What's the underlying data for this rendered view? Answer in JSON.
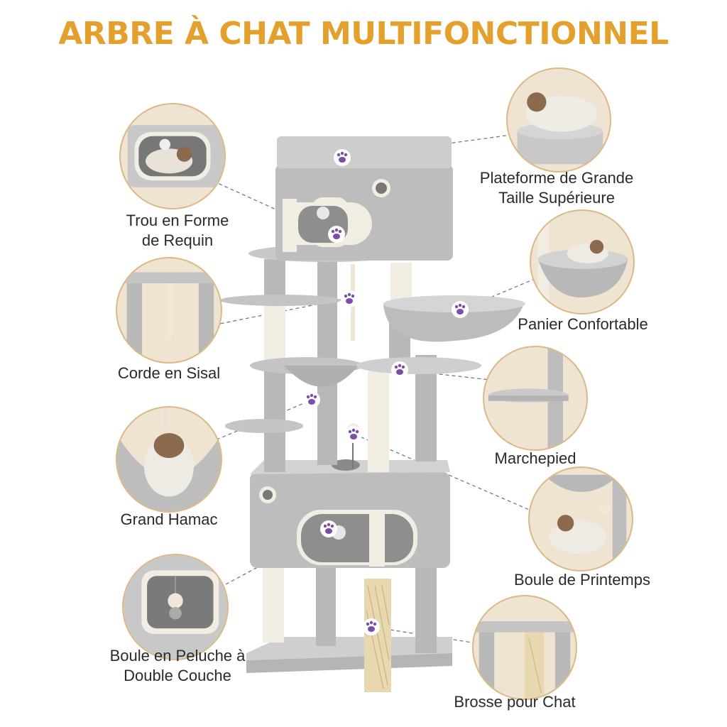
{
  "title": "ARBRE À CHAT MULTIFONCTIONNEL",
  "colors": {
    "title": "#e3a02c",
    "plush": "#c4c4c4",
    "plush_dark": "#a8a8a8",
    "sisal": "#f2ede2",
    "paw": "#7b4fa8",
    "bubble_border": "#dcb885"
  },
  "features": {
    "shark_hole": {
      "label_line1": "Trou en Forme",
      "label_line2": "de Requin"
    },
    "top_platform": {
      "label_line1": "Plateforme de Grande",
      "label_line2": "Taille Supérieure"
    },
    "sisal_rope": {
      "label": "Corde en Sisal"
    },
    "basket": {
      "label": "Panier Confortable"
    },
    "step": {
      "label": "Marchepied"
    },
    "hammock": {
      "label": "Grand Hamac"
    },
    "spring_ball": {
      "label": "Boule de Printemps"
    },
    "plush_ball": {
      "label_line1": "Boule en Peluche à",
      "label_line2": "Double Couche"
    },
    "brush": {
      "label": "Brosse pour Chat"
    }
  }
}
